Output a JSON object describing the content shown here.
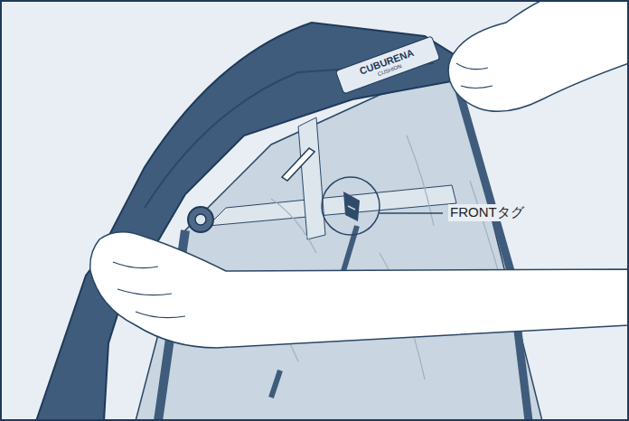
{
  "diagram": {
    "nodes": [
      {
        "text": [
          "CUBURENA",
          "CUSHION"
        ]
      }
    ],
    "labels": [
      "FRONTタグ"
    ]
  }
}
